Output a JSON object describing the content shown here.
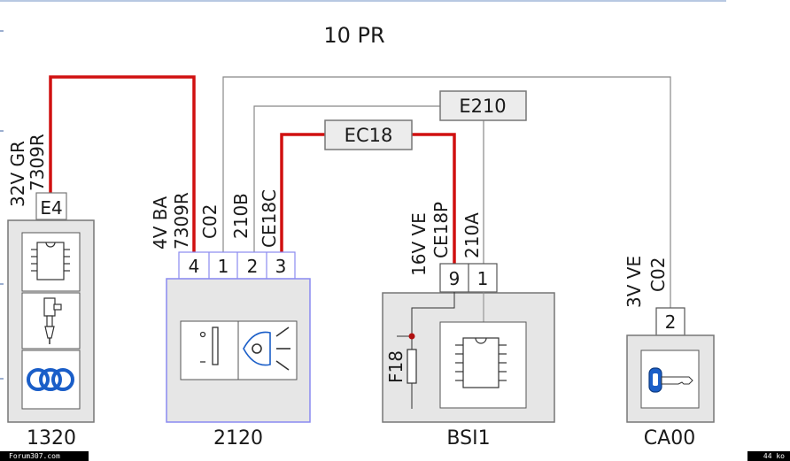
{
  "diagram": {
    "title": "10 PR",
    "components": {
      "c1320": {
        "label": "1320",
        "connector": "E4"
      },
      "c2120": {
        "label": "2120",
        "pins": [
          "4",
          "1",
          "2",
          "3"
        ]
      },
      "bsi1": {
        "label": "BSI1",
        "pins": [
          "9",
          "1"
        ],
        "fuse": "F18"
      },
      "ca00": {
        "label": "CA00",
        "pins": [
          "2"
        ]
      }
    },
    "connectors": {
      "ec18": "EC18",
      "e210": "E210"
    },
    "wire_labels": {
      "left_top": "32V  GR",
      "left_code": "7309R",
      "c2120_housing": "4V  BA",
      "c2120_w4": "7309R",
      "c2120_w1": "C02",
      "c2120_w2": "210B",
      "c2120_w3": "CE18C",
      "bsi_housing": "16V  VE",
      "bsi_w9": "CE18P",
      "bsi_w1": "210A",
      "ca00_housing": "3V  VE",
      "ca00_w2": "C02"
    },
    "colors": {
      "signal_wire": "#d01010",
      "plain_wire": "#888888",
      "component_border": "#777777",
      "component_fill": "#e6e6e6",
      "selected_border": "#8a8af0",
      "connector_border": "#8a8af0",
      "icon_blue": "#1a5ec8"
    }
  },
  "footer": {
    "site": "Forum307.com",
    "size": "44 ko"
  }
}
